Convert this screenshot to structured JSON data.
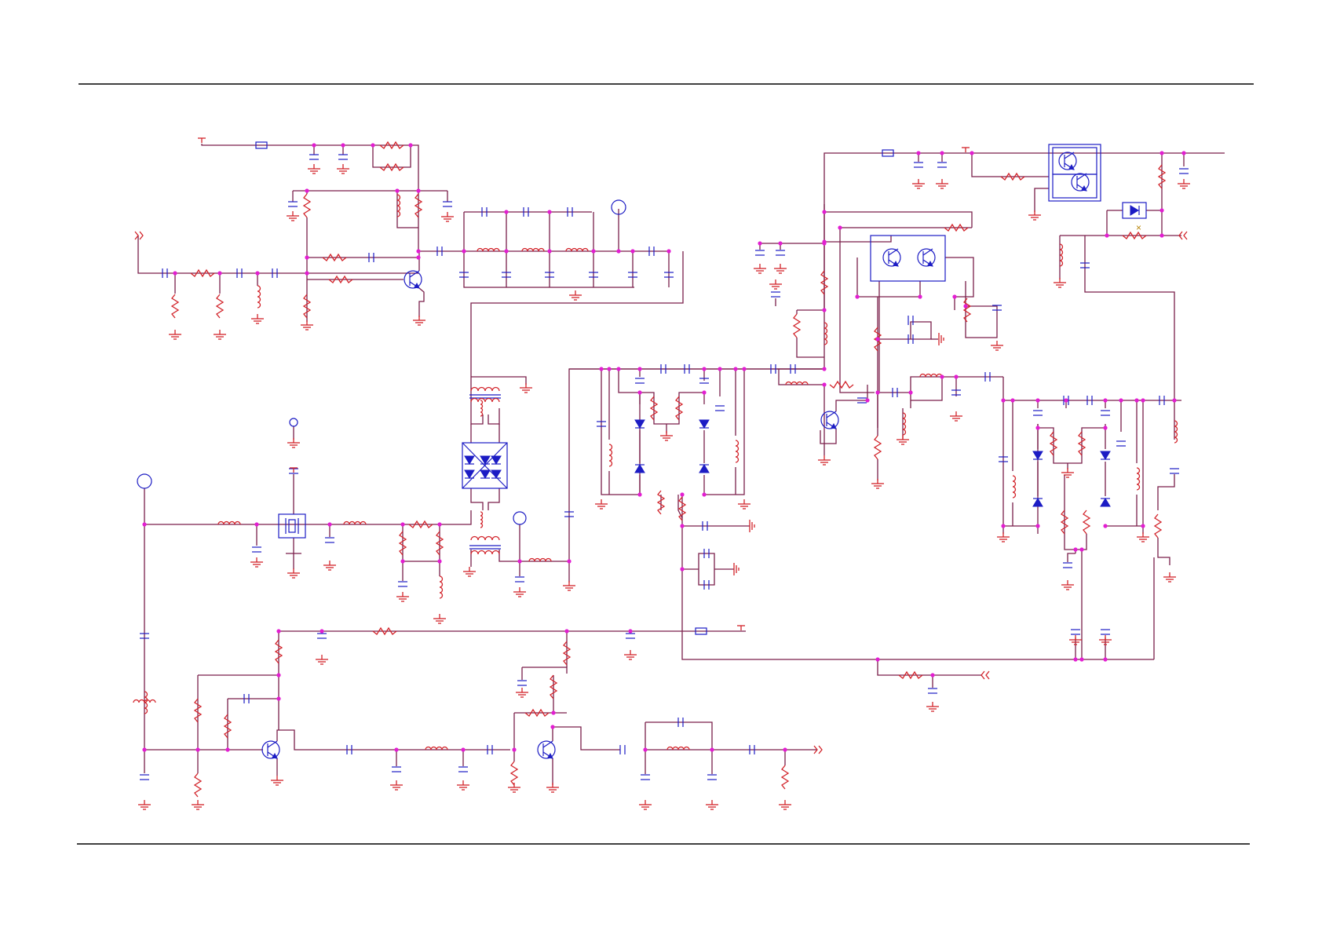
{
  "document": {
    "type": "rf-circuit-schematic",
    "title": "",
    "visible_text": []
  },
  "colors": {
    "wire": "#7a1f4a",
    "component_pin": "#d2232a",
    "component_body": "#1c1cc4",
    "junction": "#e31ed2",
    "border": "#000000",
    "background": "#ffffff"
  },
  "symbols": {
    "component_kinds": [
      "resistor",
      "capacitor",
      "inductor",
      "ground",
      "npn-transistor",
      "varactor-diode",
      "diode-bridge",
      "transformer",
      "crystal-filter",
      "dual-transistor-package",
      "mixer-package",
      "regulator-diode",
      "test-point",
      "port-arrow",
      "antenna",
      "supply-rail"
    ]
  }
}
